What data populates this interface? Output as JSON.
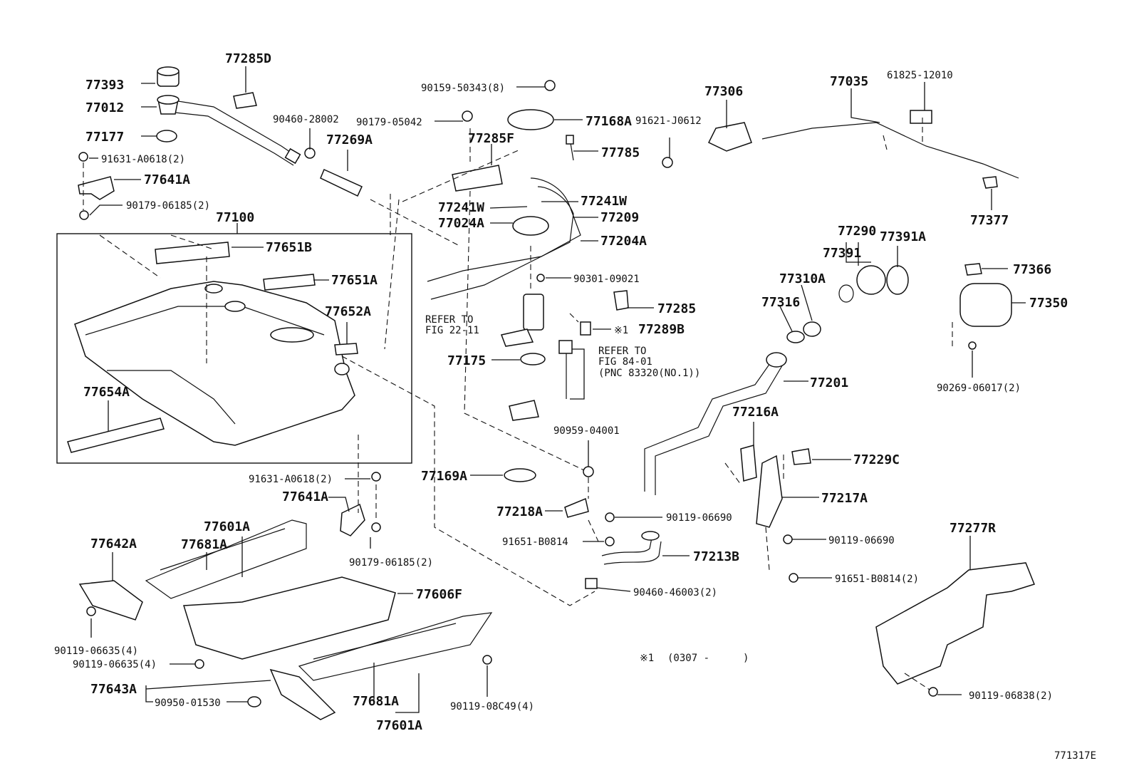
{
  "labels": {
    "l77393": "77393",
    "l77285D": "77285D",
    "l77012": "77012",
    "l77177": "77177",
    "l91631a": "91631-A0618(2)",
    "l77641A_top": "77641A",
    "l90179_top": "90179-06185(2)",
    "l77100": "77100",
    "l77651B": "77651B",
    "l77651A": "77651A",
    "l77652A": "77652A",
    "l77654A": "77654A",
    "l90460_28002": "90460-28002",
    "l77269A": "77269A",
    "l90159": "90159-50343(8)",
    "l90179_05042": "90179-05042",
    "l77285F": "77285F",
    "l77168A": "77168A",
    "l91621": "91621-J0612",
    "l77785": "77785",
    "l77241W_a": "77241W",
    "l77241W_b": "77241W",
    "l77209": "77209",
    "l77024A": "77024A",
    "l77204A": "77204A",
    "l90301": "90301-09021",
    "l77285": "77285",
    "l77289B": "77289B",
    "mark1": "※1",
    "refer1_a": "REFER TO",
    "refer1_b": "FIG 22-11",
    "refer2_a": "REFER TO",
    "refer2_b": "FIG 84-01",
    "refer2_c": "(PNC 83320(NO.1))",
    "l77175": "77175",
    "l77306": "77306",
    "l77035": "77035",
    "l61825": "61825-12010",
    "l77377": "77377",
    "l77290": "77290",
    "l77391": "77391",
    "l77391A": "77391A",
    "l77310A": "77310A",
    "l77316": "77316",
    "l77366": "77366",
    "l77350": "77350",
    "l90269": "90269-06017(2)",
    "l77201": "77201",
    "l77216A": "77216A",
    "l90959": "90959-04001",
    "l77229C": "77229C",
    "l77169A": "77169A",
    "l77217A": "77217A",
    "l77218A": "77218A",
    "l90119_06690_a": "90119-06690",
    "l90119_06690_b": "90119-06690",
    "l91651_a": "91651-B0814",
    "l91651_b": "91651-B0814(2)",
    "l77213B": "77213B",
    "l90460_46003": "90460-46003(2)",
    "l91631_mid": "91631-A0618(2)",
    "l77641A_mid": "77641A",
    "l90179_mid": "90179-06185(2)",
    "l77601A_top": "77601A",
    "l77681A_top": "77681A",
    "l77642A": "77642A",
    "l77606F": "77606F",
    "l90119_06635_a": "90119-06635(4)",
    "l90119_06635_b": "90119-06635(4)",
    "l77643A": "77643A",
    "l90950": "90950-01530",
    "l77681A_bot": "77681A",
    "l77601A_bot": "77601A",
    "l90119_08C49": "90119-08C49(4)",
    "l77277R": "77277R",
    "l90119_06838": "90119-06838(2)",
    "note1_mark": "※1",
    "note1_text": "(0307 -",
    "note1_close": ")",
    "fig_id": "771317E"
  }
}
